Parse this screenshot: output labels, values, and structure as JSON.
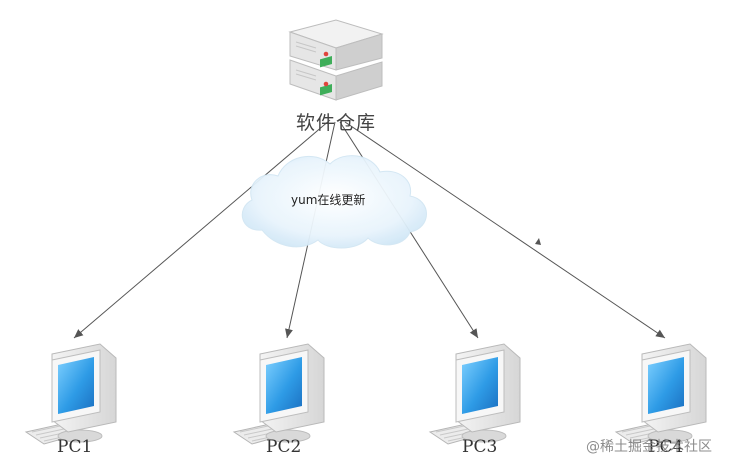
{
  "diagram": {
    "server": {
      "label": "软件仓库",
      "icon": "server-rack-icon"
    },
    "cloud": {
      "label": "yum在线更新",
      "icon": "cloud-icon"
    },
    "clients": [
      {
        "label": "PC1",
        "icon": "desktop-computer-icon"
      },
      {
        "label": "PC2",
        "icon": "desktop-computer-icon"
      },
      {
        "label": "PC3",
        "icon": "desktop-computer-icon"
      },
      {
        "label": "PC4",
        "icon": "desktop-computer-icon"
      }
    ],
    "edges": [
      {
        "from": "软件仓库",
        "to": "PC1"
      },
      {
        "from": "软件仓库",
        "to": "PC2"
      },
      {
        "from": "软件仓库",
        "to": "PC3"
      },
      {
        "from": "软件仓库",
        "to": "PC4"
      }
    ]
  },
  "watermark": {
    "text": "@稀土掘金技术社区"
  },
  "colors": {
    "edge": "#555555",
    "cloud_fill": "#e6f3fb",
    "screen": "#3aa6ea",
    "server_led": "#e0443c",
    "server_panel": "#3fae5a"
  }
}
